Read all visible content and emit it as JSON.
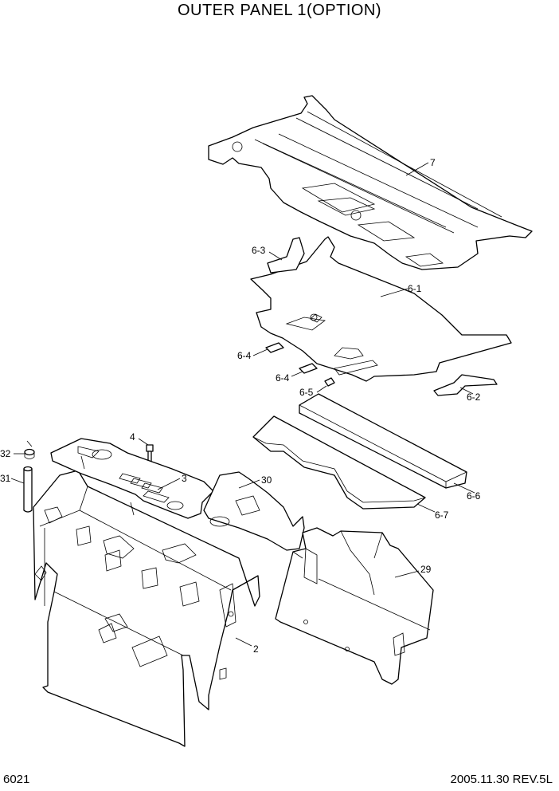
{
  "title": "OUTER PANEL 1(OPTION)",
  "footer": {
    "page_code": "6021",
    "revision": "2005.11.30  REV.5L"
  },
  "callouts": {
    "p7": "7",
    "p6_3": "6-3",
    "p6_1": "6-1",
    "p6_4a": "6-4",
    "p6_4b": "6-4",
    "p6_5": "6-5",
    "p6_2": "6-2",
    "p6_6": "6-6",
    "p6_7": "6-7",
    "p4": "4",
    "p3": "3",
    "p30": "30",
    "p32": "32",
    "p31": "31",
    "p29": "29",
    "p2": "2"
  }
}
